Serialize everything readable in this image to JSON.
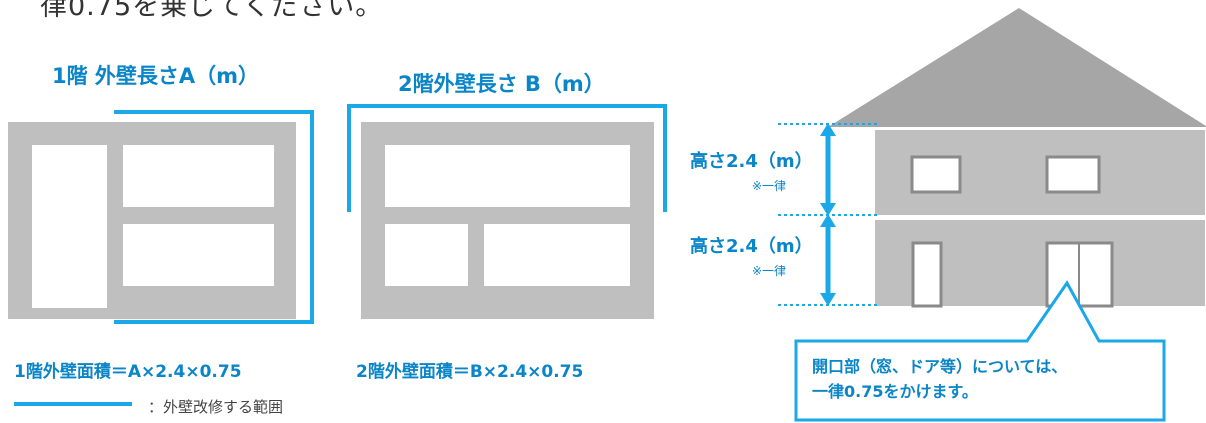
{
  "top_text": "律0.75を乗じてください。",
  "floor1": {
    "title": "1階 外壁長さA（m）",
    "formula": "1階外壁面積＝A×2.4×0.75"
  },
  "floor2": {
    "title": "2階外壁長さ B（m）",
    "formula": "2階外壁面積＝B×2.4×0.75"
  },
  "legend": {
    "label": "：外壁改修する範囲"
  },
  "house": {
    "height_upper": {
      "label": "高さ2.4（m）",
      "note": "※一律"
    },
    "height_lower": {
      "label": "高さ2.4（m）",
      "note": "※一律"
    },
    "callout": {
      "line1": "開口部（窓、ドア等）については、",
      "line2": "一律0.75をかけます。"
    }
  },
  "colors": {
    "accent_blue": "#1aa8e8",
    "text_blue": "#0a85c8",
    "wall_gray": "#bfbfbf",
    "roof_gray": "#a6a6a6"
  }
}
